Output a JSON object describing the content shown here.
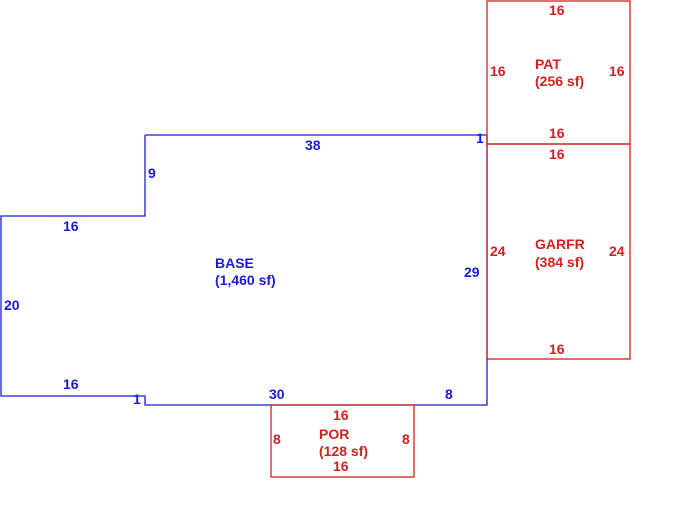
{
  "colors": {
    "base": "#1a1ad6",
    "addon": "#d42020",
    "background": "#ffffff"
  },
  "base": {
    "name": "BASE",
    "area": "(1,460 sf)",
    "dims": {
      "top": "38",
      "step_vertical": "9",
      "upper_left": "16",
      "left": "20",
      "lower_left": "16",
      "notch_left": "1",
      "notch_right": "1",
      "bottom_mid": "30",
      "bottom_right": "8",
      "right": "29"
    }
  },
  "pat": {
    "name": "PAT",
    "area": "(256 sf)",
    "dims": {
      "top": "16",
      "left": "16",
      "right": "16",
      "bottom": "16"
    }
  },
  "garfr": {
    "name": "GARFR",
    "area": "(384 sf)",
    "dims": {
      "top": "16",
      "left": "24",
      "right": "24",
      "bottom": "16"
    }
  },
  "por": {
    "name": "POR",
    "area": "(128 sf)",
    "dims": {
      "top": "16",
      "left": "8",
      "right": "8",
      "bottom": "16"
    }
  }
}
